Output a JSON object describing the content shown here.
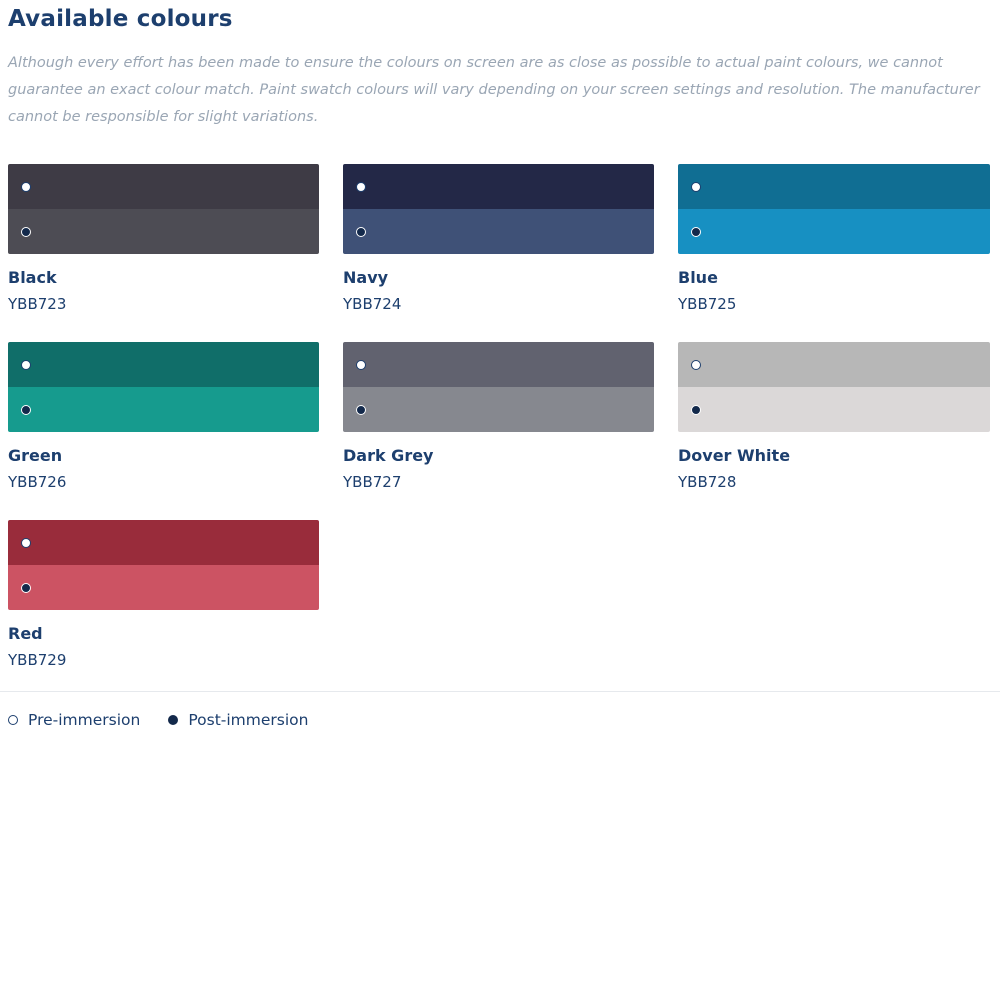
{
  "header": {
    "title": "Available colours",
    "disclaimer": "Although every effort has been made to ensure the colours on screen are as close as possible to actual paint colours, we cannot guarantee an exact colour match. Paint swatch colours will vary depending on your screen settings and resolution. The manufacturer cannot be responsible for slight variations."
  },
  "swatches": [
    {
      "name": "Black",
      "code": "YBB723",
      "pre_color": "#3e3b45",
      "post_color": "#4d4c54"
    },
    {
      "name": "Navy",
      "code": "YBB724",
      "pre_color": "#232847",
      "post_color": "#3f5177"
    },
    {
      "name": "Blue",
      "code": "YBB725",
      "pre_color": "#106e93",
      "post_color": "#1790c2"
    },
    {
      "name": "Green",
      "code": "YBB726",
      "pre_color": "#106e69",
      "post_color": "#169b8e"
    },
    {
      "name": "Dark Grey",
      "code": "YBB727",
      "pre_color": "#61626f",
      "post_color": "#86888f"
    },
    {
      "name": "Dover White",
      "code": "YBB728",
      "pre_color": "#b7b7b7",
      "post_color": "#dbd8d8"
    },
    {
      "name": "Red",
      "code": "YBB729",
      "pre_color": "#992c3b",
      "post_color": "#cc5363"
    }
  ],
  "legend": {
    "pre_label": "Pre-immersion",
    "post_label": "Post-immersion"
  }
}
